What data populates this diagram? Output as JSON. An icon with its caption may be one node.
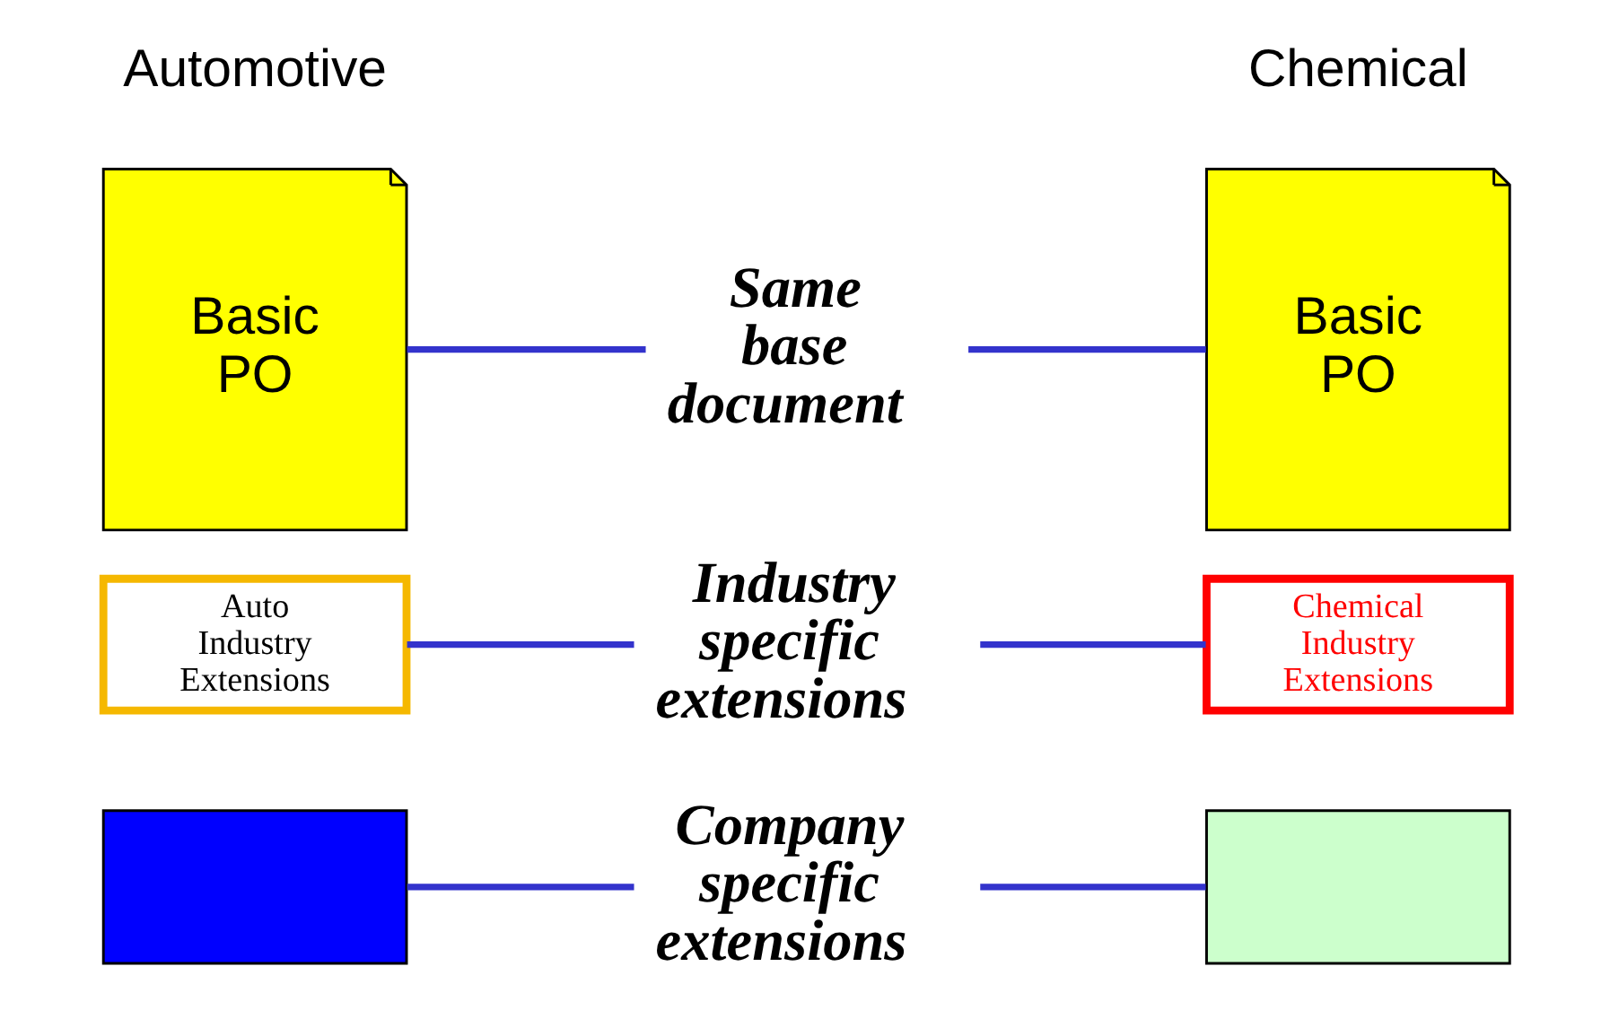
{
  "diagram": {
    "nodes": [
      {
        "text": [
          "Same base document"
        ]
      },
      {
        "text": [
          "Basic PO"
        ]
      },
      {
        "text": [
          "Auto Industry Extensions"
        ]
      },
      {
        "text": [],
        "shape": "box"
      },
      {
        "text": [
          "Basic PO"
        ]
      },
      {
        "text": [
          "Chemical Industry Extensions"
        ]
      },
      {
        "text": [],
        "shape": "box"
      },
      {
        "text": [
          "Industry specific extensions"
        ]
      },
      {
        "text": [
          "Company specific extensions"
        ]
      }
    ],
    "edges": [
      {
        "from": 0,
        "to": 1,
        "arrow": "none"
      },
      {
        "from": 0,
        "to": 4,
        "arrow": "none"
      },
      {
        "from": 7,
        "to": 2,
        "arrow": "none"
      },
      {
        "from": 7,
        "to": 5,
        "arrow": "none"
      },
      {
        "from": 8,
        "to": 3,
        "arrow": "none"
      },
      {
        "from": 8,
        "to": 6,
        "arrow": "none"
      }
    ],
    "labels": [
      "Automotive",
      "Chemical"
    ]
  }
}
